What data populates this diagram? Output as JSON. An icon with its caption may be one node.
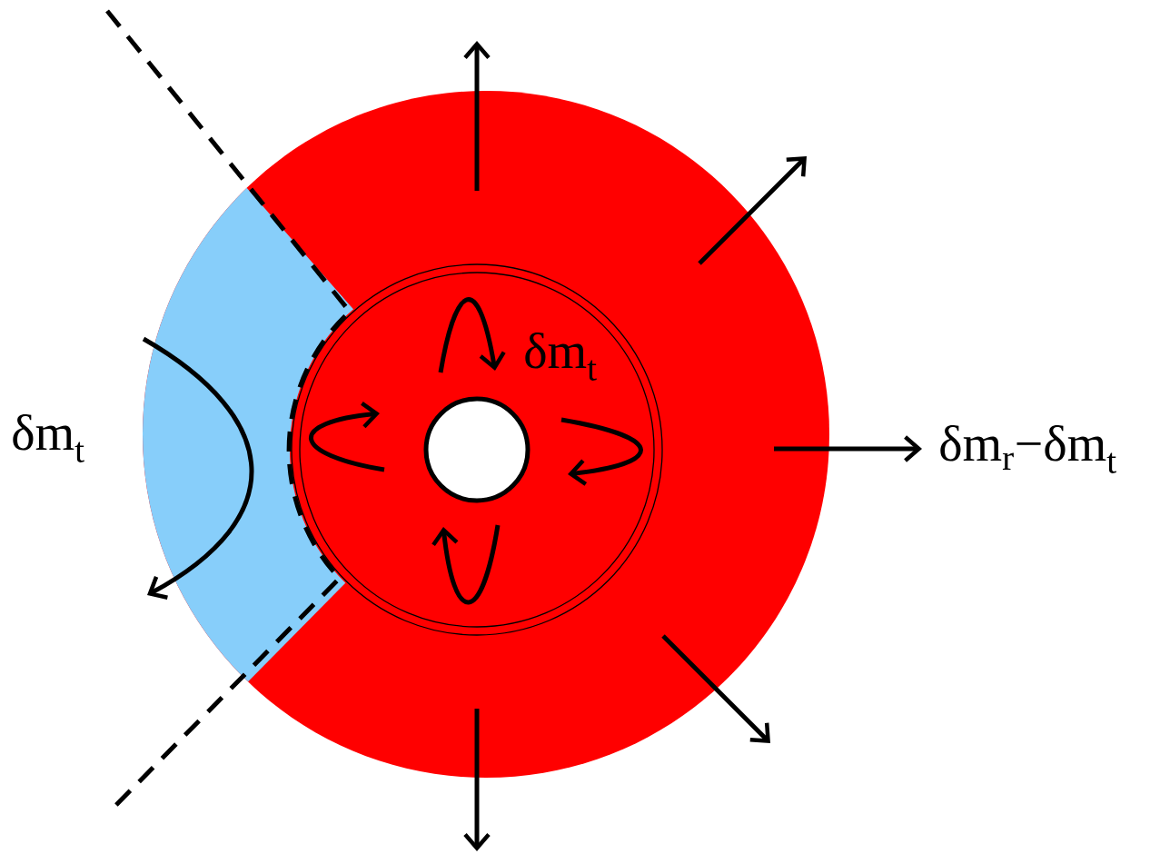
{
  "diagram": {
    "labels": [
      "δm$_{t}$",
      "δm$_{t}$",
      "δm$_{r}$−δm$_{t}$"
    ]
  }
}
